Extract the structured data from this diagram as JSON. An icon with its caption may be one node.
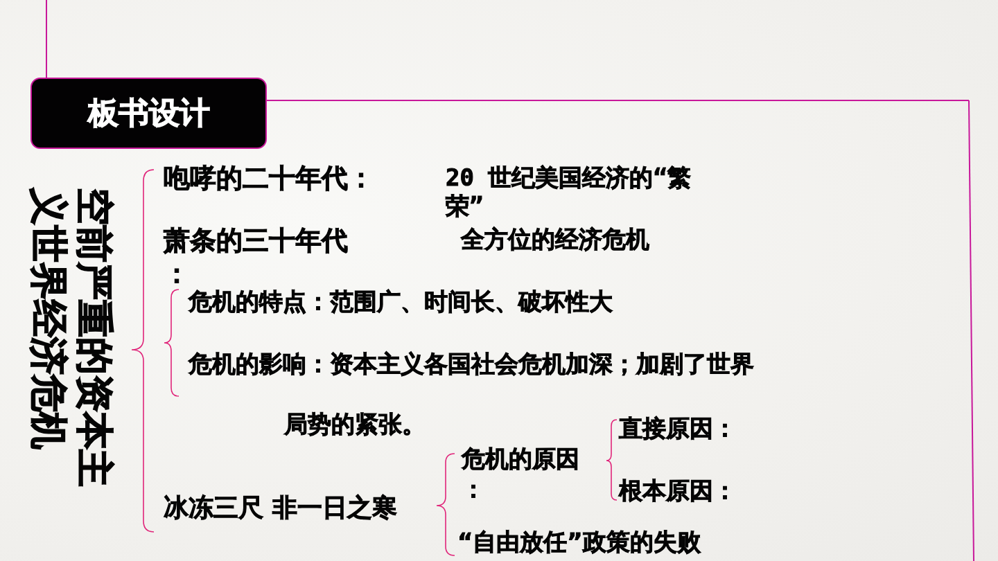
{
  "diagram": {
    "title": "板书设计",
    "labels": [
      "空前严重的资本主义世界经济危机",
      "咆哮的二十年代：",
      "20 世纪美国经济的“繁荣”",
      "萧条的三十年代：",
      "全方位的经济危机",
      "危机的特点：范围广、时间长、破坏性大",
      "危机的影响：资本主义各国社会危机加深；加剧了世界",
      "局势的紧张。",
      "直接原因：",
      "危机的原因：",
      "冰冻三尺 非一日之寒",
      "根本原因：",
      "“自由放任”政策的失败"
    ]
  }
}
